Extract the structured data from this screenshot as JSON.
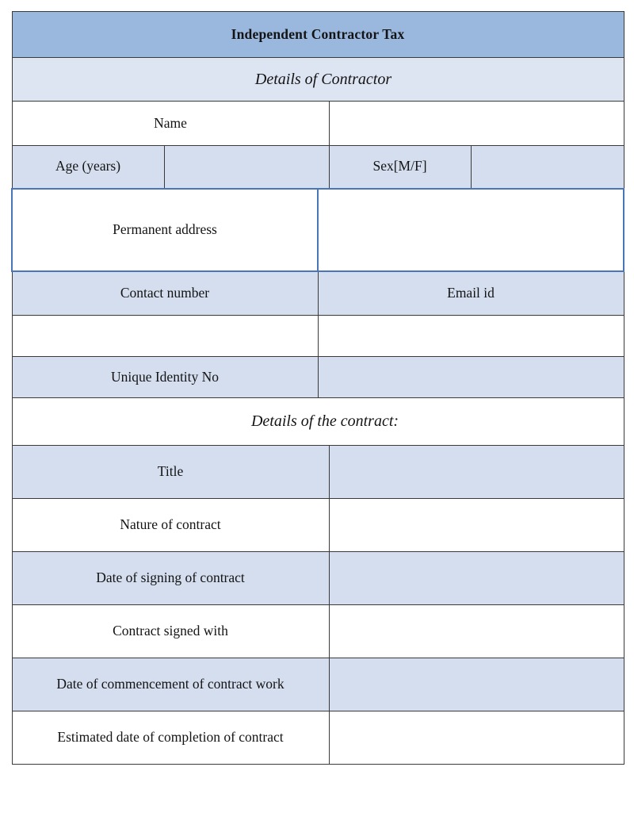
{
  "document": {
    "title": "Independent Contractor Tax"
  },
  "sections": {
    "contractor": {
      "heading": "Details of Contractor"
    },
    "contract": {
      "heading": "Details of the contract:"
    }
  },
  "contractor_fields": {
    "name": "Name",
    "age": "Age (years)",
    "sex": "Sex[M/F]",
    "permanent_address": "Permanent address",
    "contact_number": "Contact number",
    "email_id": "Email id",
    "unique_identity_no": "Unique Identity No"
  },
  "contract_rows": [
    {
      "label": "Title",
      "shaded": true
    },
    {
      "label": "Nature of contract",
      "shaded": false
    },
    {
      "label": "Date of signing of contract",
      "shaded": true
    },
    {
      "label": "Contract signed with",
      "shaded": false
    },
    {
      "label": "Date of commencement of contract work",
      "shaded": true
    },
    {
      "label": "Estimated date of completion of contract",
      "shaded": false
    }
  ],
  "values": {
    "name": "",
    "age": "",
    "sex": "",
    "permanent_address": "",
    "contact_number": "",
    "email_id": "",
    "unique_identity_no": "",
    "title": "",
    "nature_of_contract": "",
    "date_of_signing": "",
    "contract_signed_with": "",
    "date_of_commencement": "",
    "estimated_completion": ""
  },
  "colors": {
    "title_bar": "#9ab7de",
    "section_band": "#dde4f2",
    "cell_shaded": "#d4deef",
    "cell_white": "#ffffff",
    "border": "#3a3a3a",
    "accent_border": "#4a76b8",
    "text": "#141414"
  }
}
